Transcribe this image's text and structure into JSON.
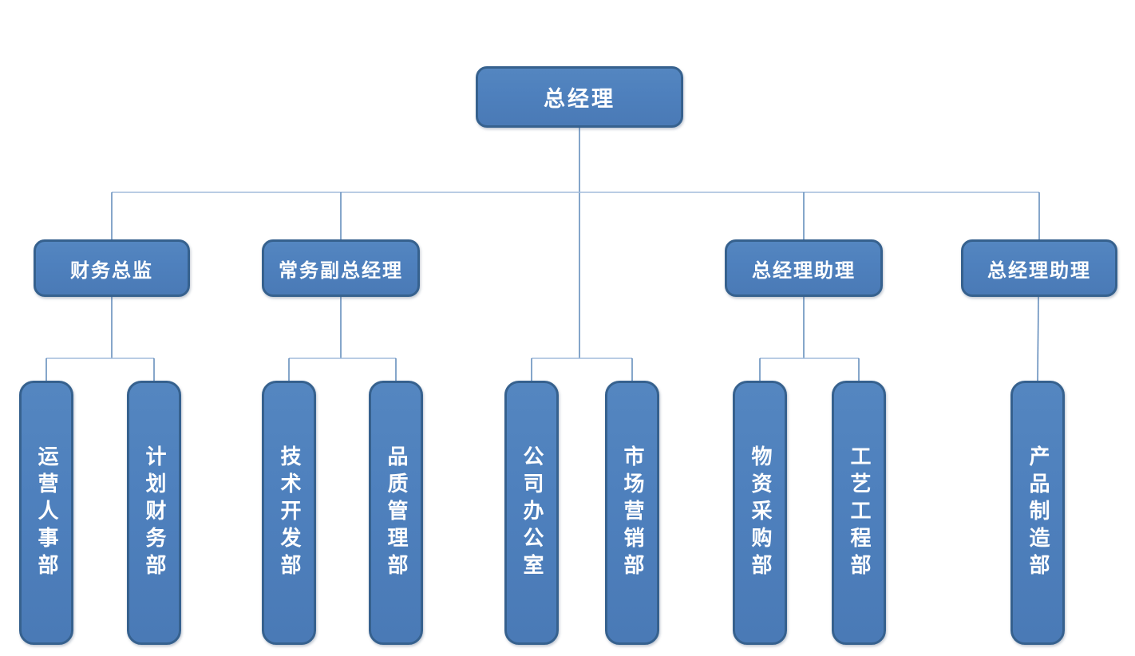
{
  "org_chart": {
    "type": "org-tree",
    "root": {
      "label": "总经理"
    },
    "level2": [
      {
        "label": "财务总监",
        "parent": "总经理"
      },
      {
        "label": "常务副总经理",
        "parent": "总经理"
      },
      {
        "label": "总经理助理",
        "parent": "总经理"
      },
      {
        "label": "总经理助理",
        "parent": "总经理"
      }
    ],
    "level3": [
      {
        "label": "运营人事部",
        "parent": "财务总监"
      },
      {
        "label": "计划财务部",
        "parent": "财务总监"
      },
      {
        "label": "技术开发部",
        "parent": "常务副总经理"
      },
      {
        "label": "品质管理部",
        "parent": "常务副总经理"
      },
      {
        "label": "公司办公室",
        "parent": "总经理"
      },
      {
        "label": "市场营销部",
        "parent": "总经理"
      },
      {
        "label": "物资采购部",
        "parent": "总经理助理"
      },
      {
        "label": "工艺工程部",
        "parent": "总经理助理"
      },
      {
        "label": "产品制造部",
        "parent": "总经理助理"
      }
    ],
    "colors": {
      "node_fill": "#4e80bd",
      "node_border": "#36618e",
      "connector_vertical": "#517fb4",
      "connector_horizontal": "#a2bcdc",
      "text": "#ffffff",
      "background": "#ffffff"
    }
  }
}
